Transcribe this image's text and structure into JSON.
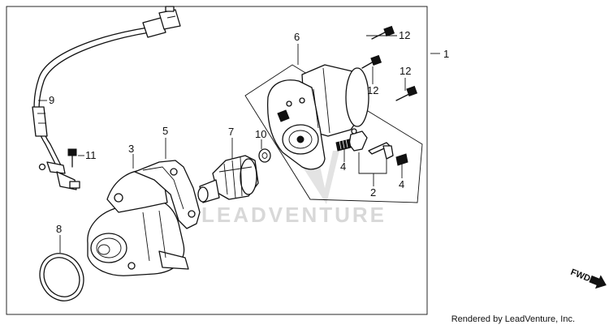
{
  "callouts": {
    "c1": "1",
    "c2": "2",
    "c3": "3",
    "c4a": "4",
    "c4b": "4",
    "c5": "5",
    "c6": "6",
    "c7": "7",
    "c8": "8",
    "c9": "9",
    "c10": "10",
    "c11": "11",
    "c12a": "12",
    "c12b": "12",
    "c12c": "12"
  },
  "watermark": "LEADVENTURE",
  "fwd_label": "FWD",
  "credit": "Rendered by LeadVenture, Inc.",
  "icons": {
    "fwd_arrow": "fwd-arrow-icon",
    "watermark_logo": "leadventure-logo-icon"
  }
}
